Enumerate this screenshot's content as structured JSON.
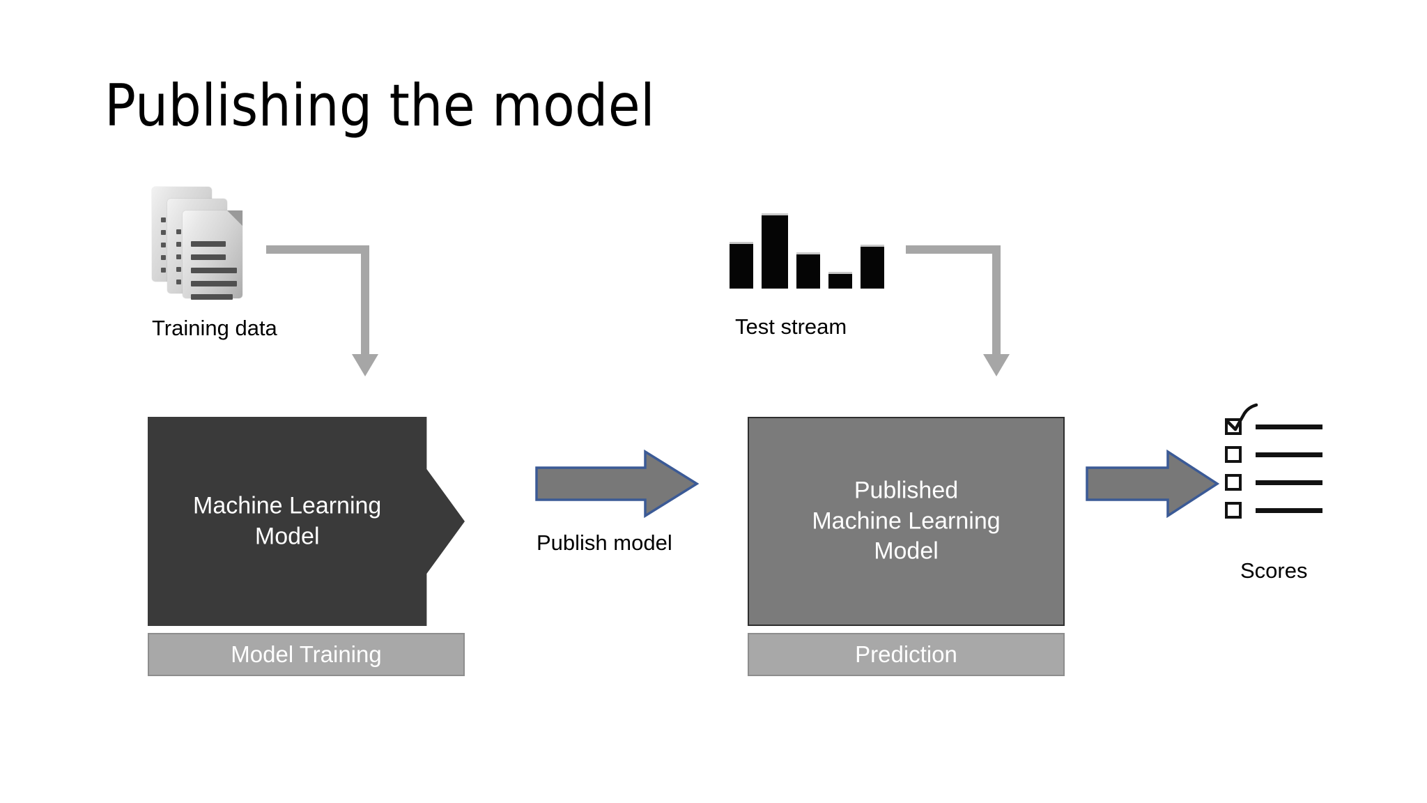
{
  "slide": {
    "title": "Publishing the model",
    "background_color": "#ffffff"
  },
  "colors": {
    "title_text": "#000000",
    "dark_box_fill": "#3a3a3a",
    "published_box_fill": "#7b7b7b",
    "published_box_border": "#2e2e2e",
    "phase_bar_fill": "#a8a8a8",
    "phase_bar_border": "#8d8d8d",
    "connector_gray": "#a6a6a6",
    "block_arrow_fill": "#787878",
    "block_arrow_border": "#3b5a96",
    "bar_chart_fill": "#050505",
    "checklist_stroke": "#121212",
    "box_label_text": "#ffffff"
  },
  "training_data": {
    "icon": "documents-stack-icon",
    "label": "Training data"
  },
  "test_stream": {
    "icon": "bar-chart-icon",
    "label": "Test stream",
    "bars": [
      {
        "height_pct": 62,
        "width": 34
      },
      {
        "height_pct": 100,
        "width": 38
      },
      {
        "height_pct": 48,
        "width": 34
      },
      {
        "height_pct": 22,
        "width": 34
      },
      {
        "height_pct": 58,
        "width": 34
      }
    ]
  },
  "ml_model_box": {
    "label": "Machine Learning\nModel",
    "shape": "pentagon-arrow-right"
  },
  "published_model_box": {
    "label": "Published\nMachine Learning\nModel",
    "shape": "rectangle"
  },
  "phases": {
    "training": "Model Training",
    "prediction": "Prediction"
  },
  "publish_arrow": {
    "label": "Publish model",
    "icon": "right-block-arrow-icon"
  },
  "score_arrow": {
    "icon": "right-block-arrow-icon"
  },
  "scores": {
    "icon": "checklist-icon",
    "label": "Scores",
    "items": [
      {
        "checked": true
      },
      {
        "checked": false
      },
      {
        "checked": false
      },
      {
        "checked": false
      }
    ]
  },
  "connectors": [
    {
      "name": "training-data-to-model",
      "type": "elbow-down-arrow"
    },
    {
      "name": "test-stream-to-published-model",
      "type": "elbow-down-arrow"
    }
  ]
}
